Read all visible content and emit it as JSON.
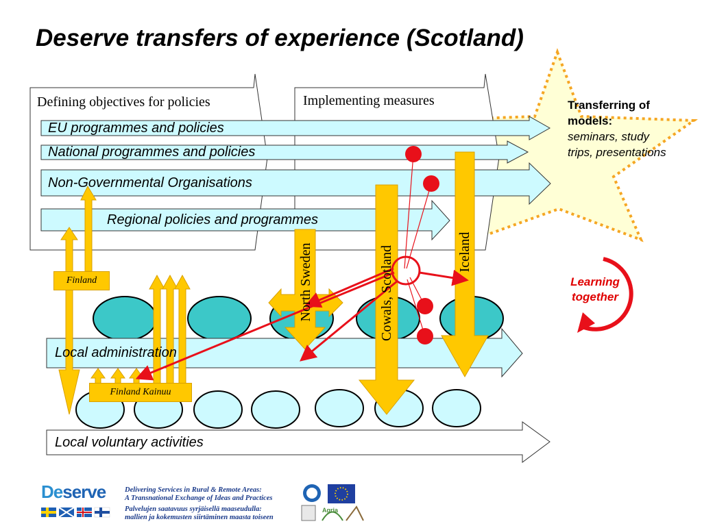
{
  "title": "Deserve transfers of experience (Scotland)",
  "phases": {
    "defining": "Defining objectives for policies",
    "implementing": "Implementing measures"
  },
  "bands": {
    "eu": "EU programmes and policies",
    "national": "National programmes and policies",
    "ngo": "Non-Governmental Organisations",
    "regional": "Regional policies and programmes",
    "local_admin": "Local administration",
    "local_voluntary": "Local voluntary activities"
  },
  "regions": {
    "finland": "Finland",
    "finland_kainuu": "Finland Kainuu",
    "north_sweden": "North Sweden",
    "cowals_scotland": "Cowals, Scotland",
    "iceland": "Iceland"
  },
  "star": {
    "heading": "Transferring of models:",
    "items": "seminars, study trips, presentations"
  },
  "learning": "Learning together",
  "footer": {
    "logo": "Deserve",
    "logo_prefix": "De",
    "logo_suffix": "serve",
    "line1": "Delivering Services in Rural & Remote Areas:",
    "line2": "A Transnational Exchange of Ideas and Practices",
    "line3": "Palvelujen saatavuus syrjäisellä maaseudulla:",
    "line4": "mallien ja kokemusten siirtäminen maasta toiseen",
    "logo_small_1": "Agria"
  },
  "colors": {
    "band_fill": "#cdfaff",
    "arrow_yellow": "#ffc800",
    "red": "#e8101a",
    "ellipse_teal": "#3cc8c8",
    "star_fill": "#ffffd6",
    "star_border": "#f5a623"
  }
}
